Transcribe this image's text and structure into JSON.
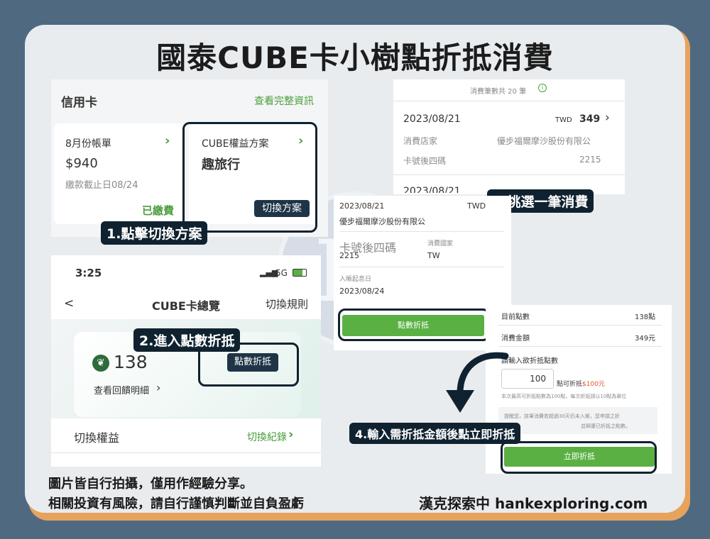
{
  "title": "國泰CUBE卡小樹點折抵消費",
  "credit": {
    "heading": "信用卡",
    "view_all": "查看完整資訊",
    "bill_label": "8月份帳單",
    "bill_amount": "$940",
    "bill_due": "繳款截止日08/24",
    "bill_status": "已繳費",
    "plan_label": "CUBE權益方案",
    "plan_name": "趣旅行",
    "switch_plan": "切換方案"
  },
  "phone": {
    "time": "3:25",
    "network": "5G",
    "back": "<",
    "title": "CUBE卡總覽",
    "rules": "切換規則",
    "points": "138",
    "points_detail": "查看回饋明細",
    "redeem_button": "點數折抵",
    "switch_benefit": "切換權益",
    "switch_record": "切換紀錄"
  },
  "txn_list": {
    "count_text": "消費筆數共 20 筆",
    "date": "2023/08/21",
    "currency": "TWD",
    "amount": "349",
    "merchant_label": "消費店家",
    "merchant": "優步福爾摩沙股份有限公",
    "card_label": "卡號後四碼",
    "card_last4": "2215",
    "next_date": "2023/08/21"
  },
  "txn_detail": {
    "date": "2023/08/21",
    "currency": "TWD",
    "merchant": "優步福爾摩沙股份有限公",
    "card_label": "卡號後四碼",
    "card_last4": "2215",
    "country_label": "消費國家",
    "country": "TW",
    "posting_label": "入帳起息日",
    "posting_date": "2023/08/24",
    "redeem_button": "點數折抵"
  },
  "redeem": {
    "current_label": "目前點數",
    "current_value": "138點",
    "amount_label": "消費金額",
    "amount_value": "349元",
    "input_label": "請輸入欲折抵點數",
    "input_value": "100",
    "can_redeem": "點可折抵",
    "can_redeem_amount": "$100元",
    "rule": "本次最高可折抵點數為100點，每次折抵請以10點為單位",
    "notice_1": "提醒您，該筆消費若超過30天仍未入帳，您申請之折",
    "notice_2": "並歸還已折抵之點數。",
    "confirm": "立即折抵"
  },
  "callouts": {
    "step1": "1.點擊切換方案",
    "step2": "2.進入點數折抵",
    "step3": "3.挑選一筆消費",
    "step4": "4.輸入需折抵金額後點立即折抵"
  },
  "footer": {
    "disclaimer_1": "圖片皆自行拍攝，僅用作經驗分享。",
    "disclaimer_2": "相關投資有風險，請自行謹慎判斷並自負盈虧",
    "brand": "漢克探索中 hankexploring.com"
  },
  "watermark": "H",
  "colors": {
    "accent_green": "#4a9d3d",
    "button_green": "#5bb043",
    "navy": "#10222f",
    "frame_orange": "#e6a35e",
    "background": "#4f6a80"
  }
}
